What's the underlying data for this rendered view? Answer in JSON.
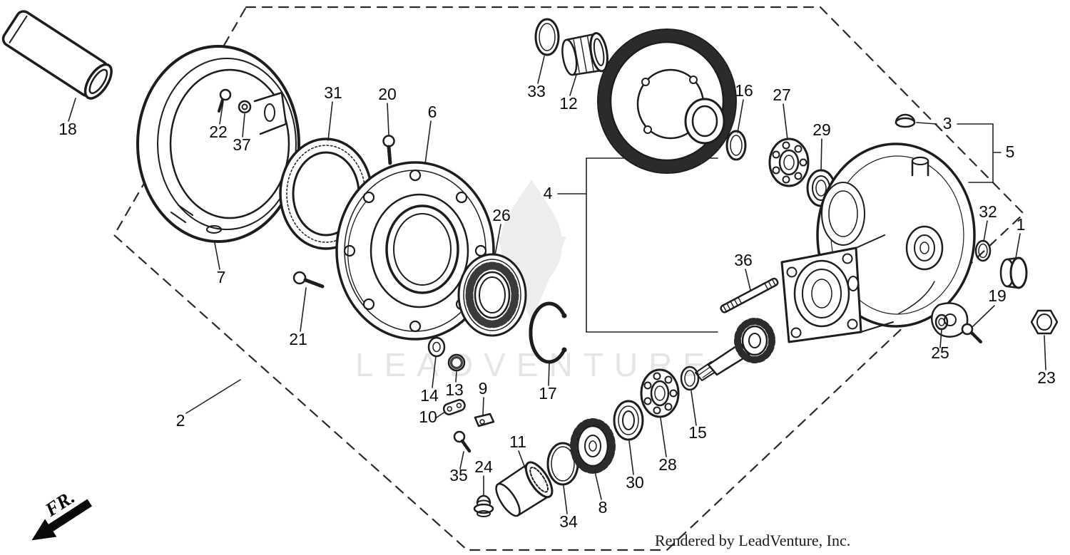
{
  "diagram": {
    "watermark": "LEADVENTURE",
    "credit": "Rendered by LeadVenture, Inc.",
    "direction_label": "FR.",
    "colors": {
      "line": "#1a1a1a",
      "watermark": "#e5e5e5",
      "background": "#ffffff"
    }
  },
  "callouts": [
    {
      "label": "18"
    },
    {
      "label": "22"
    },
    {
      "label": "37"
    },
    {
      "label": "31"
    },
    {
      "label": "20"
    },
    {
      "label": "6"
    },
    {
      "label": "33"
    },
    {
      "label": "12"
    },
    {
      "label": "16"
    },
    {
      "label": "27"
    },
    {
      "label": "29"
    },
    {
      "label": "3"
    },
    {
      "label": "5"
    },
    {
      "label": "4"
    },
    {
      "label": "26"
    },
    {
      "label": "32"
    },
    {
      "label": "1"
    },
    {
      "label": "36"
    },
    {
      "label": "7"
    },
    {
      "label": "21"
    },
    {
      "label": "19"
    },
    {
      "label": "25"
    },
    {
      "label": "23"
    },
    {
      "label": "14"
    },
    {
      "label": "13"
    },
    {
      "label": "9"
    },
    {
      "label": "10"
    },
    {
      "label": "17"
    },
    {
      "label": "15"
    },
    {
      "label": "2"
    },
    {
      "label": "11"
    },
    {
      "label": "35"
    },
    {
      "label": "24"
    },
    {
      "label": "28"
    },
    {
      "label": "30"
    },
    {
      "label": "8"
    },
    {
      "label": "34"
    }
  ]
}
